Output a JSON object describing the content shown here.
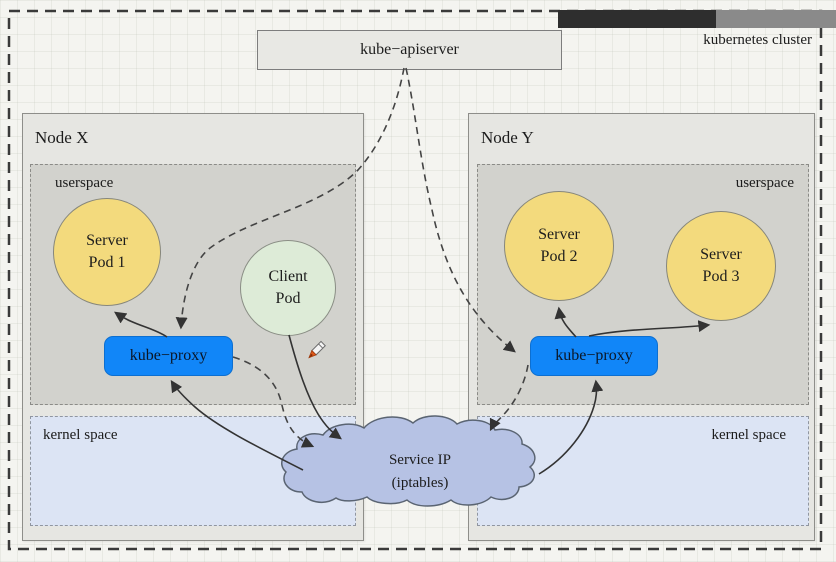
{
  "cluster": {
    "label": "kubernetes cluster"
  },
  "apiserver": {
    "label": "kube−apiserver"
  },
  "nodes": {
    "x": {
      "title": "Node X",
      "userspace_label": "userspace",
      "kernel_label": "kernel space",
      "proxy_label": "kube−proxy",
      "pod1": {
        "l1": "Server",
        "l2": "Pod 1"
      },
      "client": {
        "l1": "Client",
        "l2": "Pod"
      }
    },
    "y": {
      "title": "Node Y",
      "userspace_label": "userspace",
      "kernel_label": "kernel space",
      "proxy_label": "kube−proxy",
      "pod2": {
        "l1": "Server",
        "l2": "Pod 2"
      },
      "pod3": {
        "l1": "Server",
        "l2": "Pod 3"
      }
    }
  },
  "service": {
    "l1": "Service IP",
    "l2": "(iptables)"
  },
  "colors": {
    "proxy_blue": "#1186f8",
    "pod_yellow": "#f3da7d",
    "pod_green": "#ddebd7",
    "cloud_blue": "#b6c2e4",
    "kernel_blue": "#dce4f4",
    "userspace_gray": "#d2d2cd",
    "progress_dark": "#2e2e2e",
    "progress_light": "#8a8a8a"
  }
}
